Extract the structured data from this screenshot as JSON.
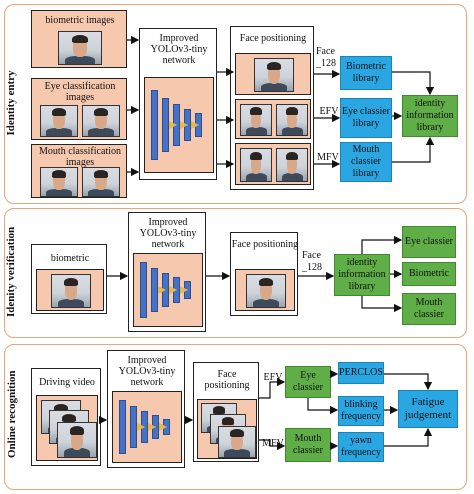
{
  "identity_entry": {
    "section_label": "Identity entry",
    "inputs": {
      "biometric": "biometric images",
      "eye": "Eye classification images",
      "mouth": "Mouth classification images"
    },
    "network": "Improved YOLOv3-tiny network",
    "positioning": "Face positioning",
    "features": {
      "face": "Face _128",
      "efv": "EFV",
      "mfv": "MFV"
    },
    "libraries": {
      "biometric": "Biometric library",
      "eye": "Eye classier library",
      "mouth": "Mouth classier library"
    },
    "identity_library": "identity information library"
  },
  "identity_verification": {
    "section_label": "Idenity verification",
    "input": "biometric",
    "network": "Improved YOLOv3-tiny network",
    "positioning": "Face positioning",
    "feature": "Face _128",
    "identity_library": "identity information library",
    "outputs": {
      "eye": "Eye classier",
      "biometric": "Biometric",
      "mouth": "Mouth classier"
    }
  },
  "online_recognition": {
    "section_label": "Online recognition",
    "input": "Driving video",
    "network": "Improved YOLOv3-tiny network",
    "positioning": "Face positioning",
    "features": {
      "efv": "EFV",
      "mfv": "MFV"
    },
    "classifiers": {
      "eye": "Eye classier",
      "mouth": "Mouth classier"
    },
    "metrics": {
      "perclos": "PERCLOS",
      "blinking": "blinking frequency",
      "yawn": "yawn frequency"
    },
    "output": "Fatigue judgement"
  },
  "colors": {
    "section_border": "#e8a679",
    "peach": "#f6c8ad",
    "blue": "#2aa7e3",
    "green": "#5fae48",
    "layer": "#4672c4"
  }
}
